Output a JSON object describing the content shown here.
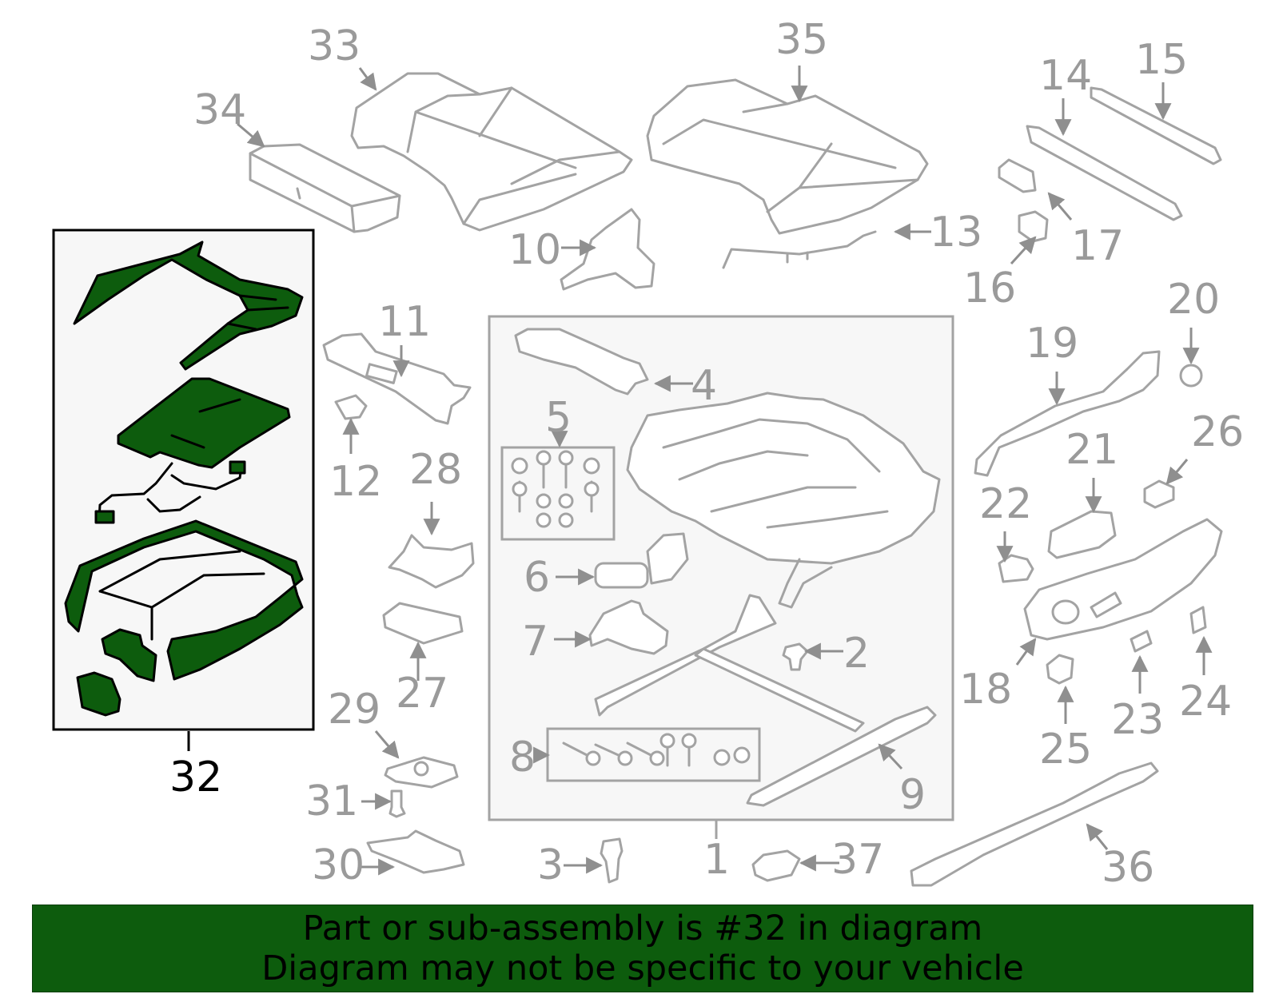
{
  "colors": {
    "highlight": "#0d5c0d",
    "banner_bg": "#0d5c0d",
    "outline": "#a3a3a3",
    "label": "#9a9a9a",
    "inset_bg": "#f7f7f7"
  },
  "callouts": {
    "c1": "1",
    "c2": "2",
    "c3": "3",
    "c4": "4",
    "c5": "5",
    "c6": "6",
    "c7": "7",
    "c8": "8",
    "c9": "9",
    "c10": "10",
    "c11": "11",
    "c12": "12",
    "c13": "13",
    "c14": "14",
    "c15": "15",
    "c16": "16",
    "c17": "17",
    "c18": "18",
    "c19": "19",
    "c20": "20",
    "c21": "21",
    "c22": "22",
    "c23": "23",
    "c24": "24",
    "c25": "25",
    "c26": "26",
    "c27": "27",
    "c28": "28",
    "c29": "29",
    "c30": "30",
    "c31": "31",
    "c32": "32",
    "c33": "33",
    "c34": "34",
    "c35": "35",
    "c36": "36",
    "c37": "37"
  },
  "highlighted_part": "32",
  "banner": {
    "line1": "Part or sub-assembly is #32 in diagram",
    "line2": "Diagram may not be specific to your vehicle"
  }
}
